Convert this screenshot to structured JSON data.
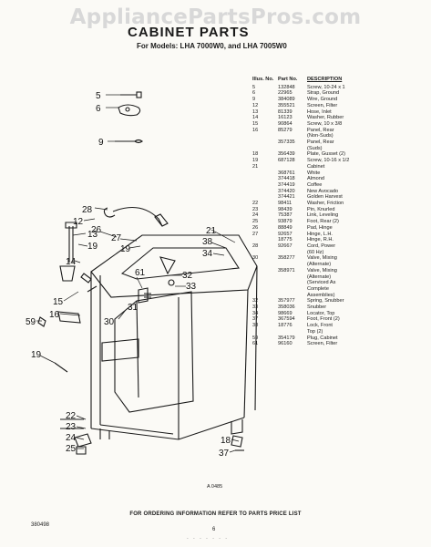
{
  "watermark": "AppliancePartsPros.com",
  "header": {
    "title": "CABINET PARTS",
    "subtitle": "For Models: LHA 7000W0, and LHA 7005W0"
  },
  "parts_list": {
    "columns": [
      "Illus. No.",
      "Part No.",
      "DESCRIPTION"
    ],
    "rows": [
      [
        "5",
        "132848",
        "Screw, 10-24 x 1"
      ],
      [
        "6",
        "22965",
        "Strap, Ground"
      ],
      [
        "9",
        "384089",
        "Wire, Ground"
      ],
      [
        "12",
        "355521",
        "Screen, Filter"
      ],
      [
        "13",
        "81339",
        "Hose, Inlet"
      ],
      [
        "14",
        "16123",
        "Washer, Rubber"
      ],
      [
        "15",
        "90864",
        "Screw, 10 x 3/8"
      ],
      [
        "16",
        "85279",
        "Panel, Rear\n(Non-Suds)"
      ],
      [
        "",
        "357335",
        "Panel, Rear\n(Suds)"
      ],
      [
        "18",
        "356439",
        "Plate, Gusset (2)"
      ],
      [
        "19",
        "687128",
        "Screw, 10-16 x 1/2"
      ],
      [
        "21",
        "",
        "Cabinet"
      ],
      [
        "",
        "368761",
        "White"
      ],
      [
        "",
        "374418",
        "Almond"
      ],
      [
        "",
        "374419",
        "Coffee"
      ],
      [
        "",
        "374420",
        "New Avocado"
      ],
      [
        "",
        "374421",
        "Golden Harvest"
      ],
      [
        "22",
        "98411",
        "Washer, Friction"
      ],
      [
        "23",
        "98439",
        "Pin, Knurled"
      ],
      [
        "24",
        "75387",
        "Link, Leveling"
      ],
      [
        "25",
        "93879",
        "Foot, Rear (2)"
      ],
      [
        "26",
        "88849",
        "Pad, Hinge"
      ],
      [
        "27",
        "92657",
        "Hinge, L.H."
      ],
      [
        "",
        "18775",
        "Hinge, R.H."
      ],
      [
        "28",
        "92667",
        "Cord, Power\n(60 Hz)"
      ],
      [
        "30",
        "358277",
        "Valve, Mixing\n(Alternate)"
      ],
      [
        "",
        "358971",
        "Valve, Mixing\n(Alternate)\n(Serviced As\nComplete\nAssemblies)"
      ],
      [
        "32",
        "357977",
        "Spring, Snubber"
      ],
      [
        "33",
        "358036",
        "Snubber"
      ],
      [
        "34",
        "98669",
        "Locator, Top"
      ],
      [
        "37",
        "367594",
        "Foot, Front (2)"
      ],
      [
        "38",
        "18776",
        "Lock, Front\nTop (2)"
      ],
      [
        "59",
        "354179",
        "Plug, Cabinet"
      ],
      [
        "61",
        "96160",
        "Screen, Filter"
      ]
    ]
  },
  "diagram": {
    "callouts": [
      "5",
      "6",
      "9",
      "28",
      "12",
      "13",
      "19",
      "14",
      "15",
      "16",
      "59",
      "19",
      "26",
      "27",
      "19",
      "21",
      "38",
      "34",
      "32",
      "33",
      "61",
      "31",
      "30",
      "22",
      "23",
      "24",
      "25",
      "18",
      "37"
    ]
  },
  "figure_code": "A 0485",
  "footer": "FOR ORDERING INFORMATION REFER TO PARTS PRICE LIST",
  "doc_number": "380498",
  "page_number": "6",
  "bottom_scribble": "- - - -  - - -"
}
